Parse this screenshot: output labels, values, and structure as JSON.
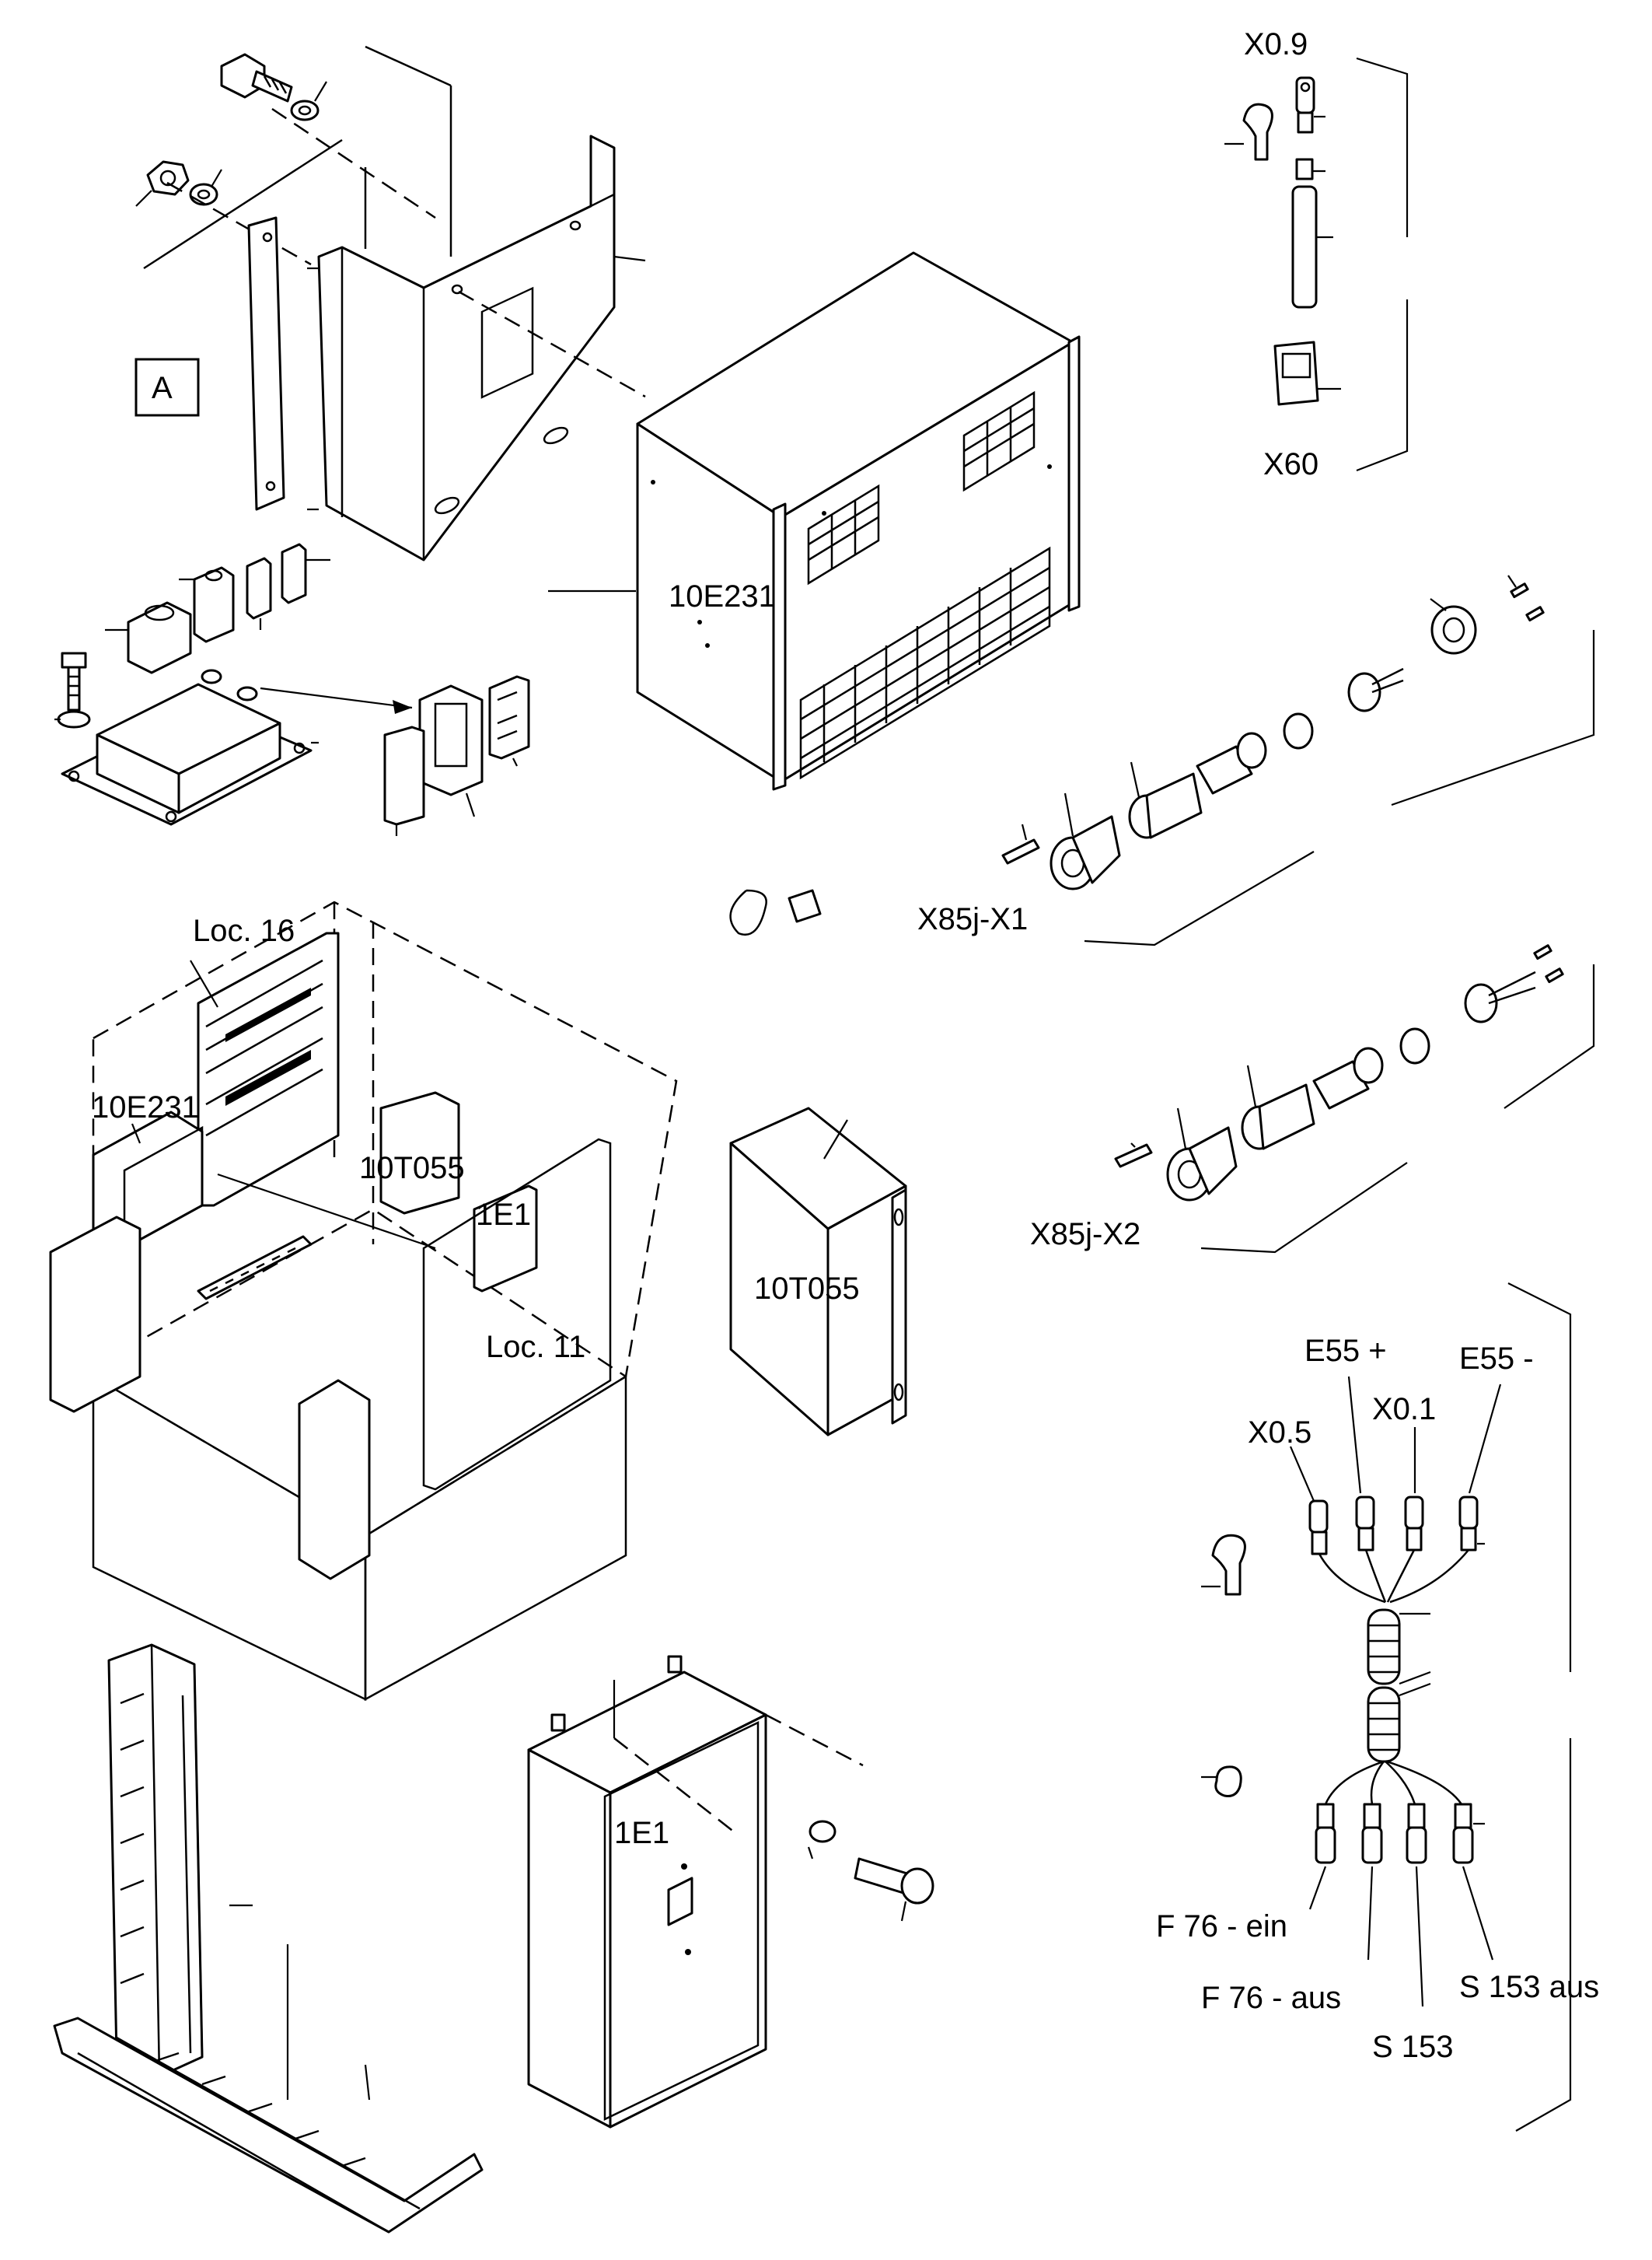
{
  "callout_box": "A",
  "labels": {
    "x09": "X0.9",
    "x60": "X60",
    "e231_top": "10E231",
    "x85j_x1": "X85j-X1",
    "x85j_x2": "X85j-X2",
    "loc16": "Loc. 16",
    "e231_cabinet": "10E231",
    "t055_cabinet": "10T055",
    "e1_cabinet": "1E1",
    "loc11": "Loc. 11",
    "t055_box": "10T055",
    "e55_plus": "E55 +",
    "e55_minus": "E55 -",
    "x05": "X0.5",
    "x01": "X0.1",
    "f76_ein": "F 76 - ein",
    "f76_aus": "F 76 - aus",
    "s153": "S 153",
    "s153_aus": "S 153 aus",
    "e1_box": "1E1"
  },
  "colors": {
    "line": "#000000",
    "background": "#ffffff"
  }
}
